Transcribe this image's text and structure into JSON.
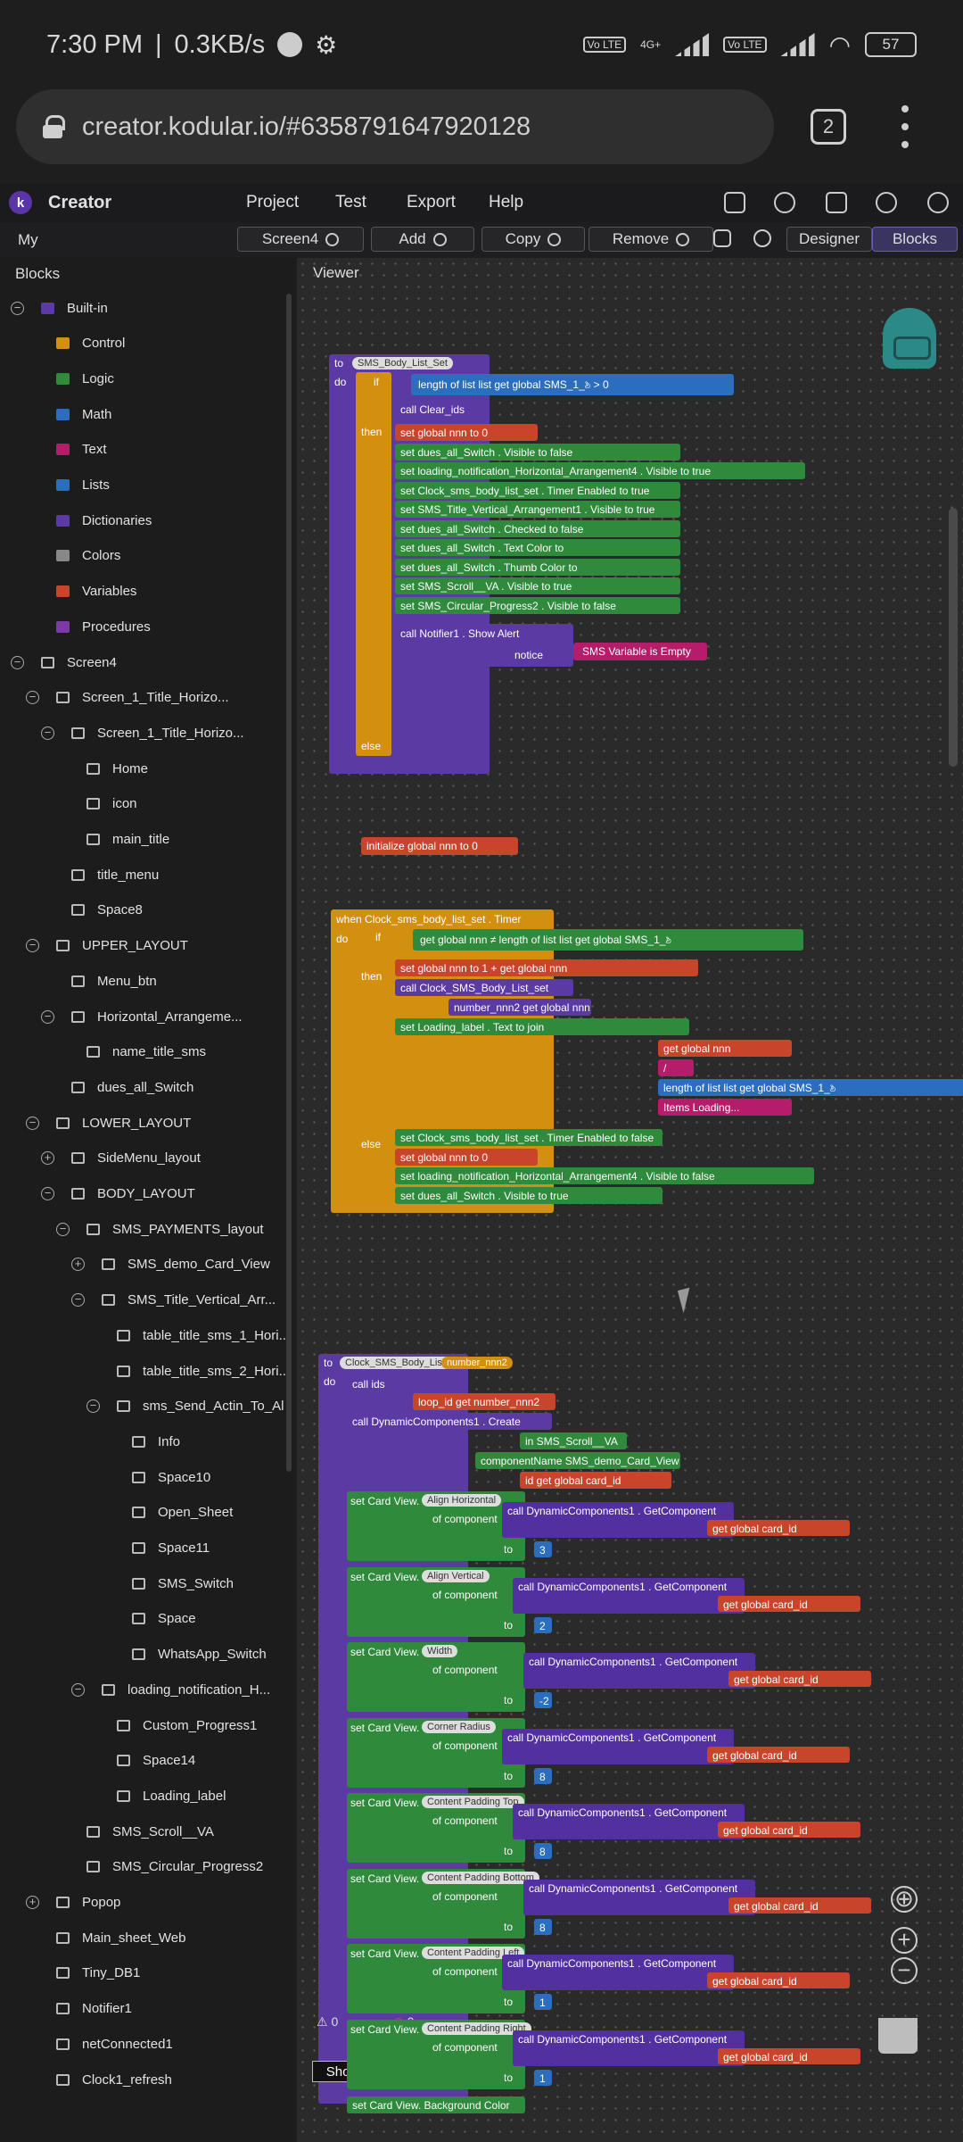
{
  "status_bar": {
    "time": "7:30 PM",
    "speed": "0.3KB/s",
    "net": "4G+",
    "volte": "Vo LTE",
    "battery": "57"
  },
  "browser": {
    "url": "creator.kodular.io/#6358791647920128",
    "tab_count": "2"
  },
  "app": {
    "name": "Creator",
    "menu": [
      "Project",
      "Test",
      "Export",
      "Help"
    ]
  },
  "toolbar": {
    "my": "My",
    "screen": "Screen4",
    "add": "Add",
    "copy": "Copy",
    "remove": "Remove",
    "designer": "Designer",
    "blocks": "Blocks"
  },
  "sidebar": {
    "title": "Blocks",
    "nodes": [
      {
        "label": "Built-in",
        "toggle": "−",
        "color": "#5b3aa3"
      },
      {
        "label": "Control",
        "color": "#d38f10"
      },
      {
        "label": "Logic",
        "color": "#2f8a3c"
      },
      {
        "label": "Math",
        "color": "#2a6ebd"
      },
      {
        "label": "Text",
        "color": "#b51d6b"
      },
      {
        "label": "Lists",
        "color": "#2a6ebd"
      },
      {
        "label": "Dictionaries",
        "color": "#5b3aa3"
      },
      {
        "label": "Colors",
        "color": "#888888"
      },
      {
        "label": "Variables",
        "color": "#c8452c"
      },
      {
        "label": "Procedures",
        "color": "#7c3aa3"
      },
      {
        "label": "Screen4",
        "toggle": "−"
      },
      {
        "label": "Screen_1_Title_Horizo...",
        "toggle": "−"
      },
      {
        "label": "Screen_1_Title_Horizo...",
        "toggle": "−"
      },
      {
        "label": "Home"
      },
      {
        "label": "icon"
      },
      {
        "label": "main_title"
      },
      {
        "label": "title_menu"
      },
      {
        "label": "Space8"
      },
      {
        "label": "UPPER_LAYOUT",
        "toggle": "−"
      },
      {
        "label": "Menu_btn"
      },
      {
        "label": "Horizontal_Arrangeme...",
        "toggle": "−"
      },
      {
        "label": "name_title_sms"
      },
      {
        "label": "dues_all_Switch"
      },
      {
        "label": "LOWER_LAYOUT",
        "toggle": "−"
      },
      {
        "label": "SideMenu_layout",
        "toggle": "+"
      },
      {
        "label": "BODY_LAYOUT",
        "toggle": "−"
      },
      {
        "label": "SMS_PAYMENTS_layout",
        "toggle": "−"
      },
      {
        "label": "SMS_demo_Card_View",
        "toggle": "+"
      },
      {
        "label": "SMS_Title_Vertical_Arr...",
        "toggle": "−"
      },
      {
        "label": "table_title_sms_1_Hori..."
      },
      {
        "label": "table_title_sms_2_Hori..."
      },
      {
        "label": "sms_Send_Actin_To_Al",
        "toggle": "−"
      },
      {
        "label": "Info"
      },
      {
        "label": "Space10"
      },
      {
        "label": "Open_Sheet"
      },
      {
        "label": "Space11"
      },
      {
        "label": "SMS_Switch"
      },
      {
        "label": "Space"
      },
      {
        "label": "WhatsApp_Switch"
      },
      {
        "label": "loading_notification_H...",
        "toggle": "−"
      },
      {
        "label": "Custom_Progress1"
      },
      {
        "label": "Space14"
      },
      {
        "label": "Loading_label"
      },
      {
        "label": "SMS_Scroll__VA"
      },
      {
        "label": "SMS_Circular_Progress2"
      },
      {
        "label": "Popop",
        "toggle": "+"
      },
      {
        "label": "Main_sheet_Web"
      },
      {
        "label": "Tiny_DB1"
      },
      {
        "label": "Notifier1"
      },
      {
        "label": "netConnected1"
      },
      {
        "label": "Clock1_refresh"
      }
    ]
  },
  "viewer": {
    "title": "Viewer",
    "show_warnings": "Show Warnings",
    "warn_count": "0",
    "err_count": "0",
    "proc1": {
      "name": "SMS_Body_List_Set",
      "lines": [
        "set global nnn to 0",
        "set dues_all_Switch . Visible to false",
        "set loading_notification_Horizontal_Arrangement4 . Visible to true",
        "set Clock_sms_body_list_set . Timer Enabled to true",
        "set SMS_Title_Vertical_Arrangement1 . Visible to true",
        "set dues_all_Switch . Checked to false",
        "set dues_all_Switch . Text Color to",
        "set dues_all_Switch . Thumb Color to",
        "set SMS_Scroll__VA . Visible to true",
        "set SMS_Circular_Progress2 . Visible to false"
      ],
      "cond": "length of list list  get global SMS_1_ಶಿ  >  0",
      "call1": "call  Clear_ids",
      "else_call": "call  Notifier1 . Show Alert",
      "notice": "notice",
      "notice_text": "SMS Variable is Empty"
    },
    "init_global": "initialize global  nnn  to  0",
    "timer": {
      "event": "when  Clock_sms_body_list_set . Timer",
      "cond": "get global nnn  ≠  length of list list  get global SMS_1_ಶಿ",
      "then_lines": [
        "set global nnn to  1  +  get global nnn",
        "call  Clock_SMS_Body_List_set",
        "number_nnn2  get global nnn",
        "set  Loading_label . Text  to  join",
        "get global nnn",
        "/",
        "length of list list  get global SMS_1_ಶಿ",
        "Items Loading..."
      ],
      "else_lines": [
        "set Clock_sms_body_list_set . Timer Enabled to false",
        "set global nnn to 0",
        "set loading_notification_Horizontal_Arrangement4 . Visible to false",
        "set dues_all_Switch . Visible to true"
      ]
    },
    "proc2": {
      "name": "Clock_SMS_Body_List_set",
      "param": "number_nnn2",
      "header_lines": [
        "call  ids",
        "loop_id  get number_nnn2",
        "call  DynamicComponents1 . Create",
        "in  SMS_Scroll__VA",
        "componentName  SMS_demo_Card_View",
        "id  get global card_id"
      ],
      "props": [
        {
          "prop": "Align Horizontal",
          "to": "3"
        },
        {
          "prop": "Align Vertical",
          "to": "2"
        },
        {
          "prop": "Width",
          "to": "-2"
        },
        {
          "prop": "Corner Radius",
          "to": "8"
        },
        {
          "prop": "Content Padding Top",
          "to": "8"
        },
        {
          "prop": "Content Padding Bottom",
          "to": "8"
        },
        {
          "prop": "Content Padding Left",
          "to": "1"
        },
        {
          "prop": "Content Padding Right",
          "to": "1"
        }
      ],
      "set_cv": "set Card View.",
      "of_component": "of component",
      "to": "to",
      "getcomp": "call  DynamicComponents1 . GetComponent",
      "id_label": "id",
      "card_id": "get global card_id",
      "last": "set Card View.  Background Color"
    }
  }
}
